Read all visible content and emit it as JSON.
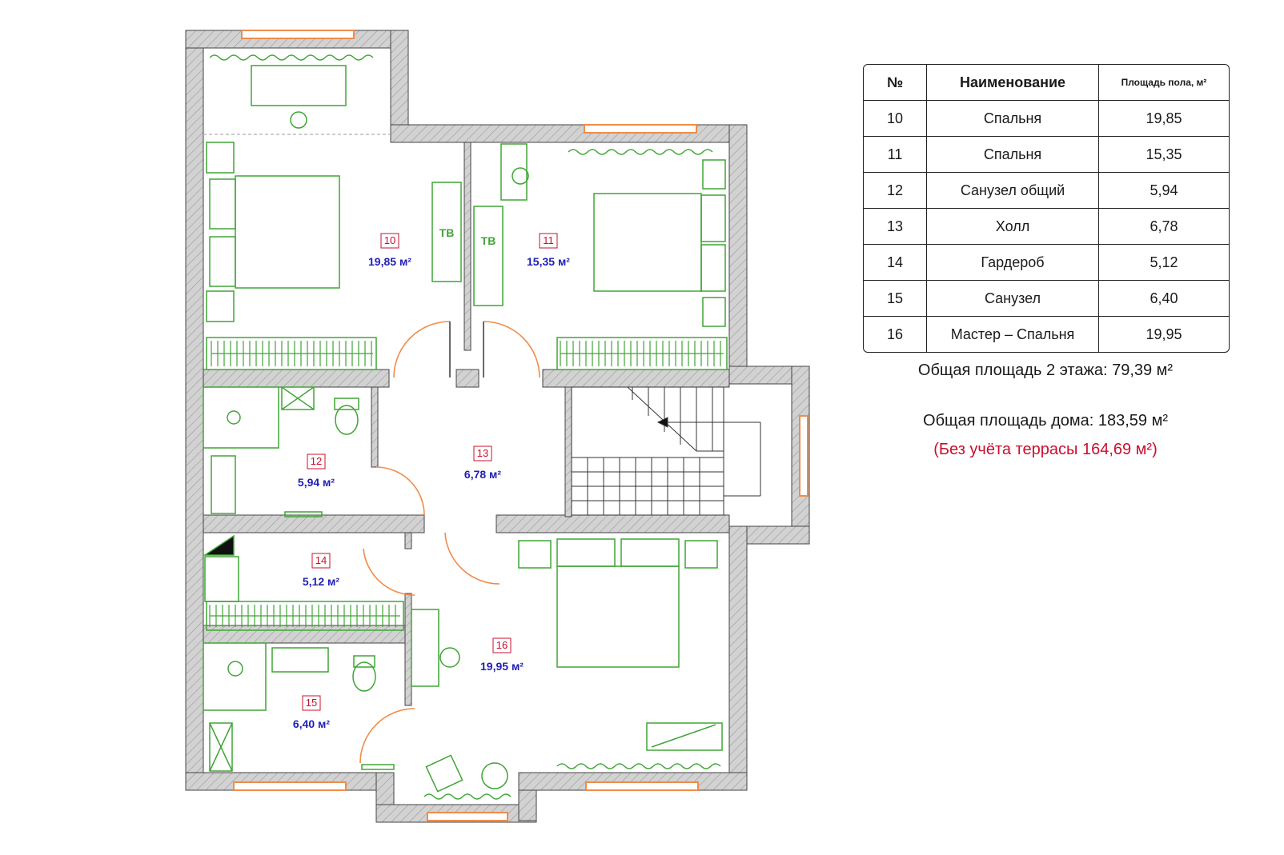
{
  "rooms": [
    {
      "num": "10",
      "area": "19,85 м²"
    },
    {
      "num": "11",
      "area": "15,35 м²"
    },
    {
      "num": "12",
      "area": "5,94 м²"
    },
    {
      "num": "13",
      "area": "6,78 м²"
    },
    {
      "num": "14",
      "area": "5,12 м²"
    },
    {
      "num": "15",
      "area": "6,40 м²"
    },
    {
      "num": "16",
      "area": "19,95 м²"
    }
  ],
  "tv_label": "ТВ",
  "table": {
    "headers": {
      "no": "№",
      "name": "Наименование",
      "area": "Площадь пола, м²"
    },
    "rows": [
      {
        "no": "10",
        "name": "Спальня",
        "area": "19,85"
      },
      {
        "no": "11",
        "name": "Спальня",
        "area": "15,35"
      },
      {
        "no": "12",
        "name": "Санузел общий",
        "area": "5,94"
      },
      {
        "no": "13",
        "name": "Холл",
        "area": "6,78"
      },
      {
        "no": "14",
        "name": "Гардероб",
        "area": "5,12"
      },
      {
        "no": "15",
        "name": "Санузел",
        "area": "6,40"
      },
      {
        "no": "16",
        "name": "Мастер – Спальня",
        "area": "19,95"
      }
    ]
  },
  "summary": {
    "floor_total": "Общая площадь 2 этажа: 79,39 м²",
    "house_total": "Общая площадь дома: 183,59 м²",
    "terrace_note": "(Без учёта террасы 164,69 м²)"
  },
  "colors": {
    "wall": "#d2d2d2",
    "furniture": "#3fa535",
    "window": "#f08c4b",
    "room_number": "#c8102e",
    "room_area": "#1f1fb4"
  }
}
